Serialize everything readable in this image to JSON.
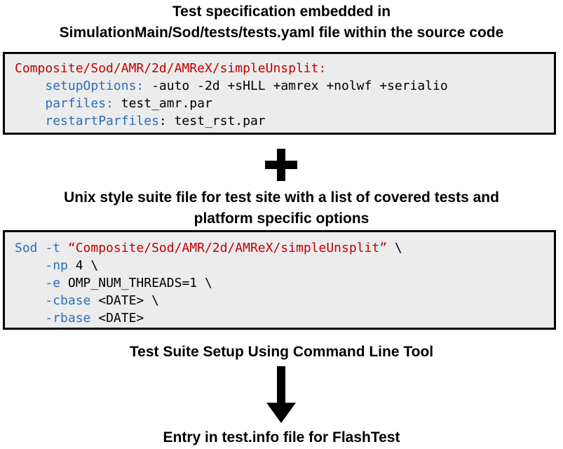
{
  "heading1": {
    "line1": "Test specification embedded in",
    "line2": "SimulationMain/Sod/tests/tests.yaml file within the source code"
  },
  "yaml_block": {
    "key": "Composite/Sod/AMR/2d/AMReX/simpleUnsplit:",
    "setup_key": "setupOptions:",
    "setup_val": " -auto -2d +sHLL +amrex +nolwf +serialio",
    "parfiles_key": "parfiles:",
    "parfiles_val": " test_amr.par",
    "restart_key": "restartParfiles",
    "restart_val": ": test_rst.par"
  },
  "plus_symbol": "+",
  "heading2": {
    "line1": "Unix style suite file for test site with a list of covered tests and",
    "line2": "platform specific options"
  },
  "suite_block": {
    "cmd": "Sod -t",
    "path": "“Composite/Sod/AMR/2d/AMReX/simpleUnsplit”",
    "cont1": " \\",
    "np_flag": "-np",
    "np_val": " 4 \\",
    "e_flag": "-e",
    "e_val": " OMP_NUM_THREADS=1 \\",
    "cbase_flag": "-cbase",
    "cbase_val": " <DATE> \\",
    "rbase_flag": "-rbase",
    "rbase_val": " <DATE>"
  },
  "heading3": "Test Suite Setup Using Command Line Tool",
  "heading4": "Entry in test.info file for FlashTest",
  "colors": {
    "key_red": "#c00000",
    "option_blue": "#2a6ebb",
    "box_fill": "#ececec"
  }
}
